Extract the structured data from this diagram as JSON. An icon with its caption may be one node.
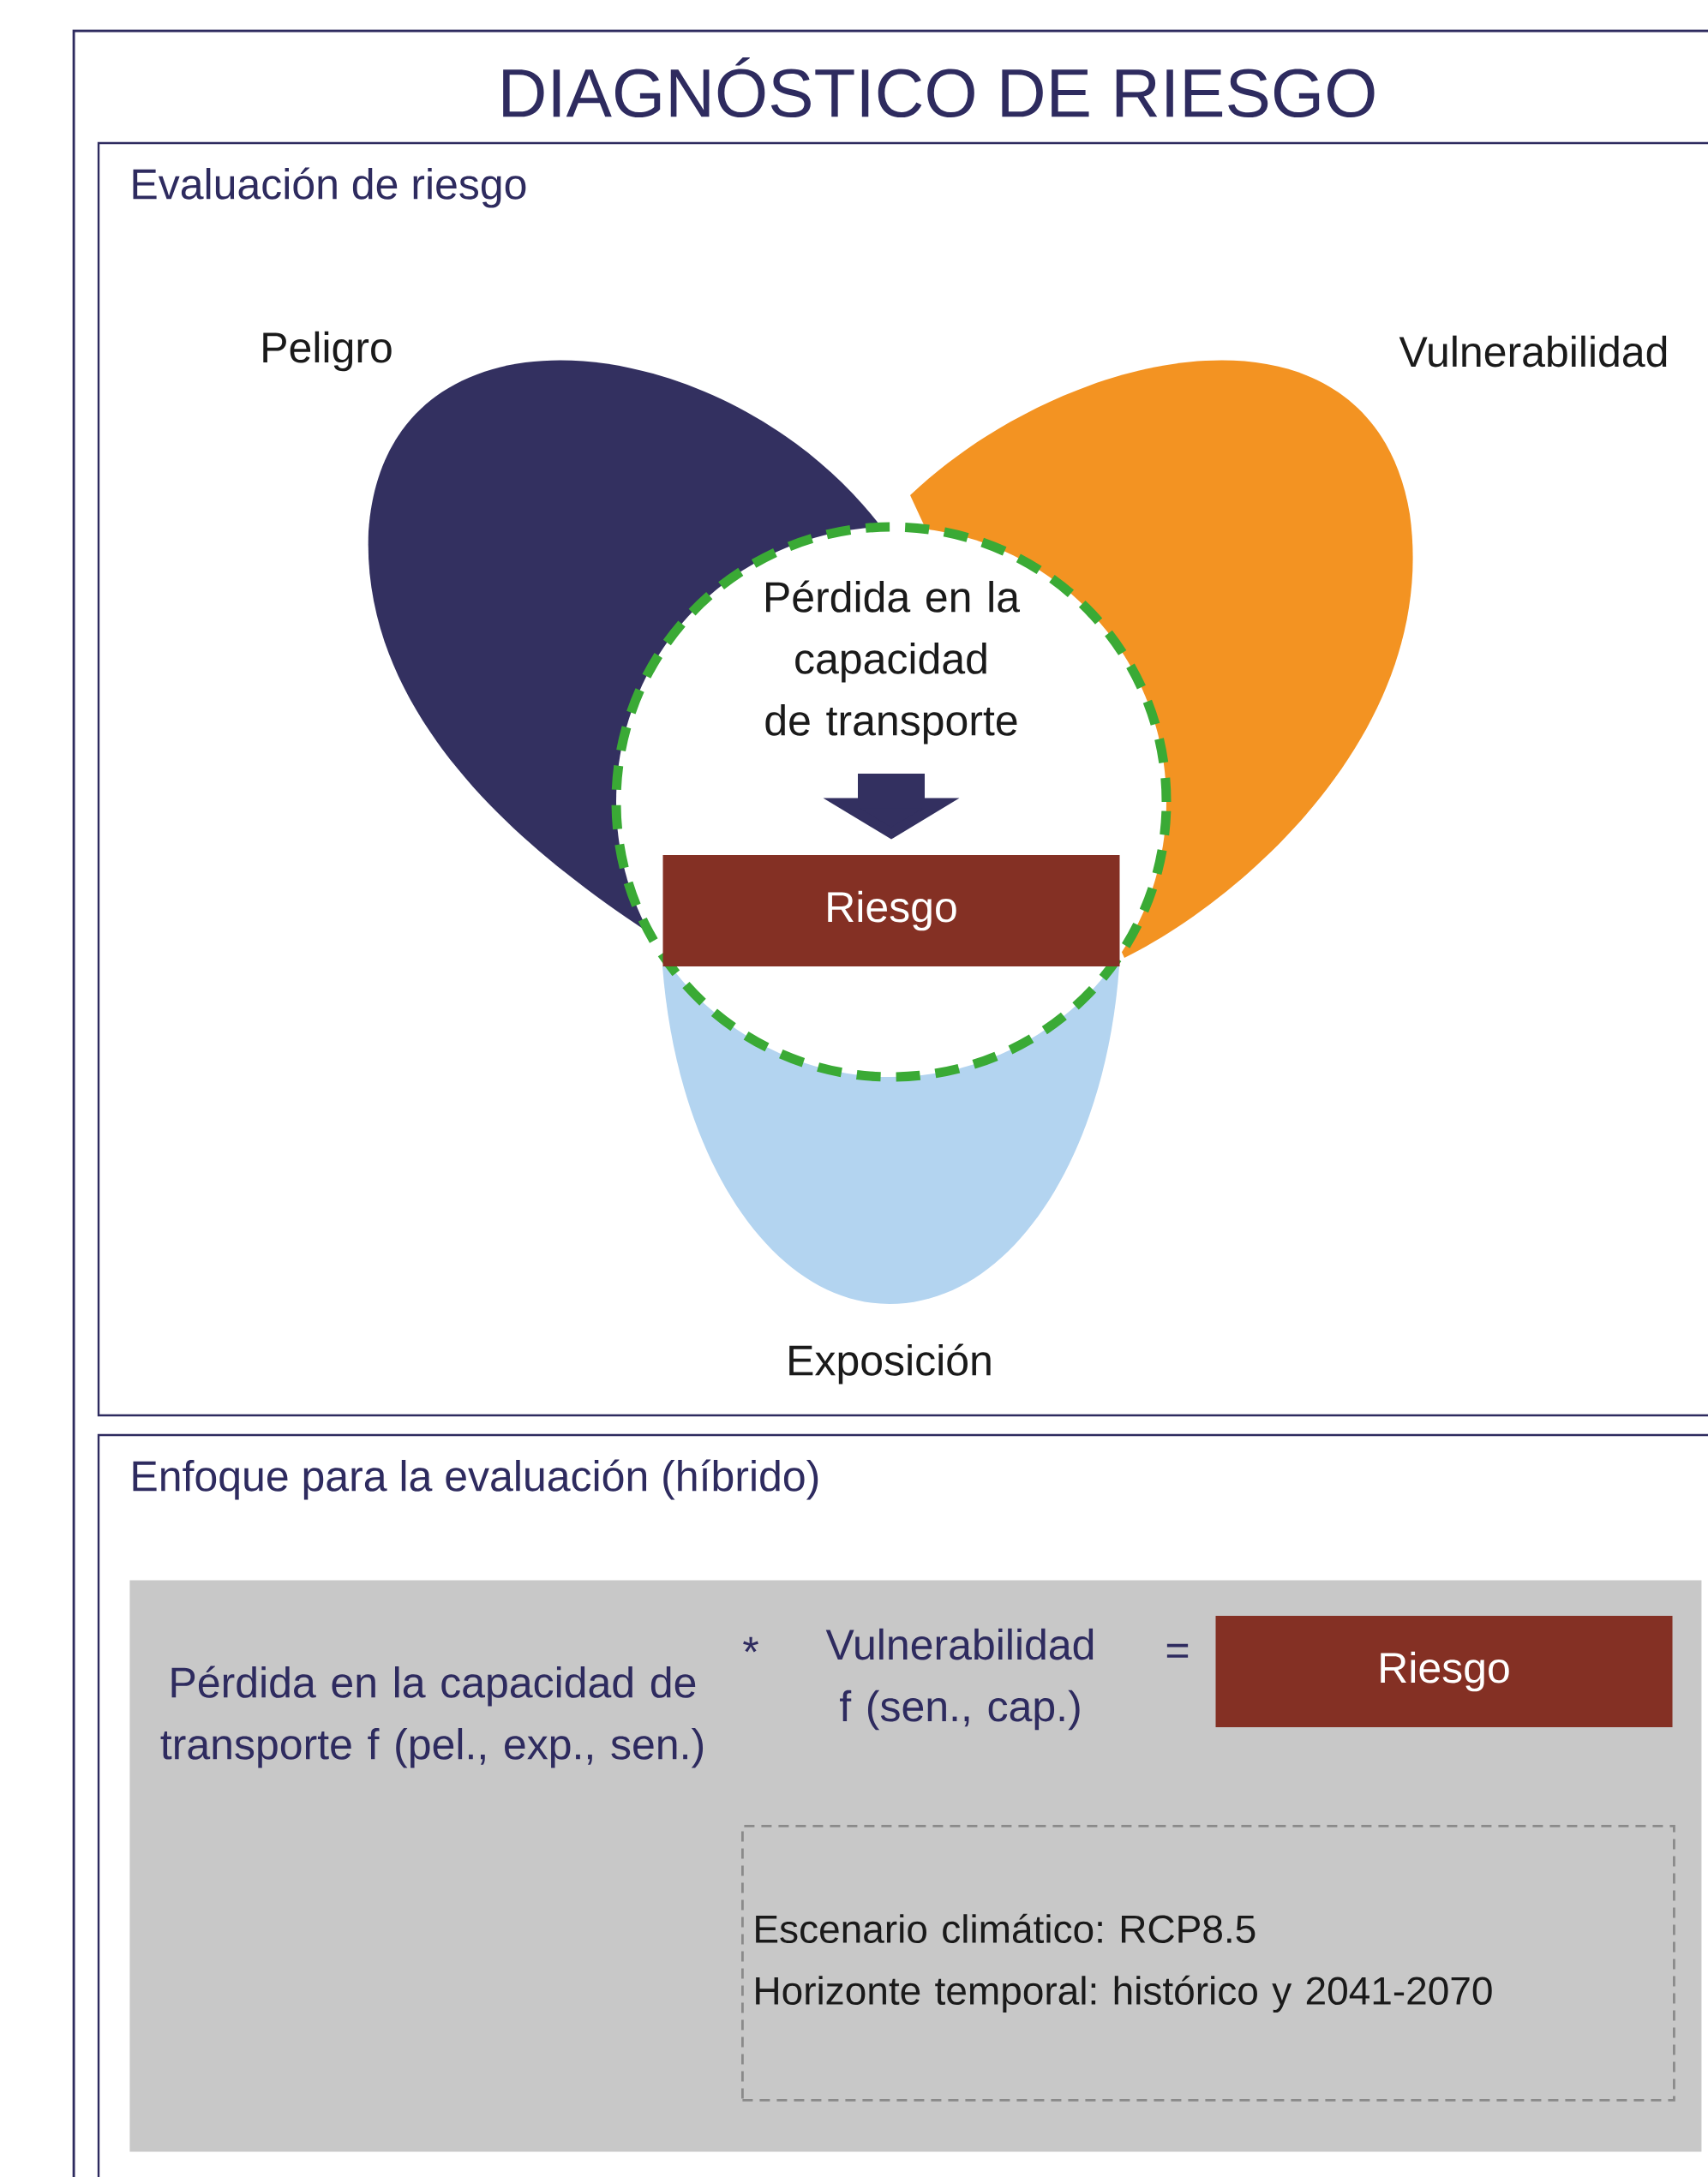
{
  "diagram": {
    "title": "DIAGNÓSTICO DE RIESGO",
    "nodes": [
      {
        "text": [
          "Evaluación de riesgo"
        ]
      },
      {
        "text": [
          "Peligro"
        ],
        "in": 0
      },
      {
        "text": [
          "Vulnerabilidad"
        ],
        "in": 0
      },
      {
        "text": [
          "Exposición"
        ],
        "in": 0
      },
      {
        "text": [],
        "shape": "circle",
        "in": 0
      },
      {
        "text": [
          "Pérdida en la capacidad de transporte"
        ],
        "in": 4
      },
      {
        "text": [
          "Riesgo"
        ],
        "in": 4
      },
      {
        "text": [
          "Enfoque para la evaluación (híbrido)"
        ]
      },
      {
        "text": [],
        "shape": "box",
        "in": 7
      },
      {
        "text": [
          "Riesgo"
        ],
        "in": 8
      },
      {
        "text": [
          "Escenario climático: RCP8.5",
          "Horizonte temporal: histórico y 2041-2070"
        ],
        "in": 8
      }
    ],
    "edges": [
      {
        "from": 5,
        "to": 6,
        "arrow": "to"
      }
    ],
    "labels": [
      "Pérdida en la capacidad de transporte f (pel., exp., sen.)",
      "*",
      "Vulnerabilidad f (sen., cap.)",
      "="
    ]
  }
}
